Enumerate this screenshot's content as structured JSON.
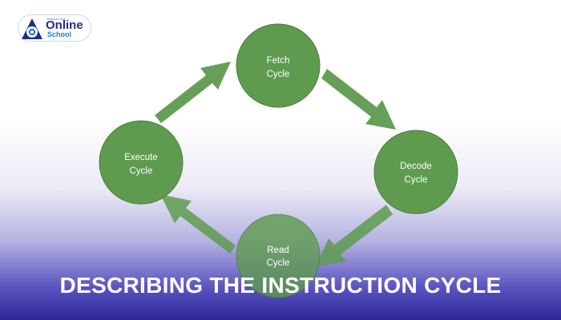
{
  "logo": {
    "tagline": "Teacher-led",
    "name": "Online",
    "sub": "School",
    "colors": {
      "navy": "#1e2e84",
      "blue": "#1a7cc9"
    }
  },
  "diagram": {
    "nodes": [
      {
        "id": "fetch",
        "line1": "Fetch",
        "line2": "Cycle"
      },
      {
        "id": "decode",
        "line1": "Decode",
        "line2": "Cycle"
      },
      {
        "id": "read",
        "line1": "Read",
        "line2": "Cycle"
      },
      {
        "id": "execute",
        "line1": "Execute",
        "line2": "Cycle"
      }
    ],
    "flow": [
      "fetch",
      "decode",
      "read",
      "execute",
      "fetch"
    ],
    "colors": {
      "node": "#5e9b4f",
      "node_border": "#4d7f40",
      "arrow": "#5e9b4f",
      "label": "#ffffff"
    }
  },
  "headline": "DESCRIBING THE INSTRUCTION CYCLE",
  "colors": {
    "banner_top": "#ffffff",
    "banner_bottom": "#2e2697"
  }
}
